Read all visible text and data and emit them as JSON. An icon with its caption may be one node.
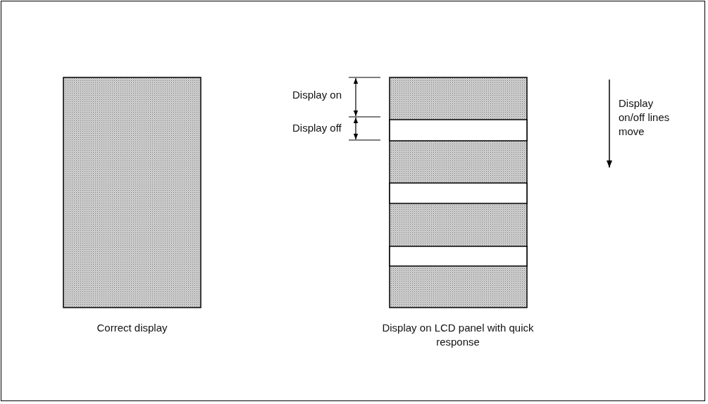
{
  "diagram": {
    "labels": [
      "Display on",
      "Display off",
      "Display on/off lines move",
      "Correct display",
      "Display on LCD panel with quick response"
    ]
  }
}
